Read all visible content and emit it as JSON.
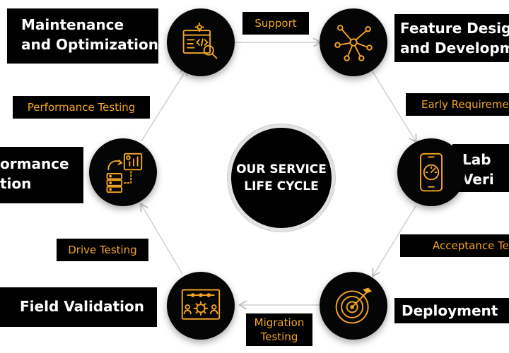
{
  "center": {
    "line1": "OUR SERVICE",
    "line2": "LIFE CYCLE"
  },
  "stages": [
    {
      "line1": "Maintenance",
      "line2": "and Optimization"
    },
    {
      "line1": "Feature Design",
      "line2": "and Developme"
    },
    {
      "line1": "Lab",
      "line2": "Veri"
    },
    {
      "line1": "Deployment",
      "line2": ""
    },
    {
      "line1": "Field Validation",
      "line2": ""
    },
    {
      "line1": "ormance",
      "line2": "tion"
    }
  ],
  "labels": {
    "support": "Support",
    "early_requirements": "Early Requiremen",
    "acceptance_testing": "Acceptance Tes",
    "migration_testing_line1": "Migration",
    "migration_testing_line2": "Testing",
    "drive_testing": "Drive Testing",
    "performance_testing": "Performance Testing"
  },
  "icons": [
    "code-search-icon",
    "network-node-icon",
    "smartphone-gauge-icon",
    "target-arrow-icon",
    "gear-team-board-icon",
    "server-analytics-icon"
  ],
  "colors": {
    "accent": "#f5a623",
    "box": "#000000",
    "text": "#ffffff",
    "ring": "#cfcfcf"
  }
}
